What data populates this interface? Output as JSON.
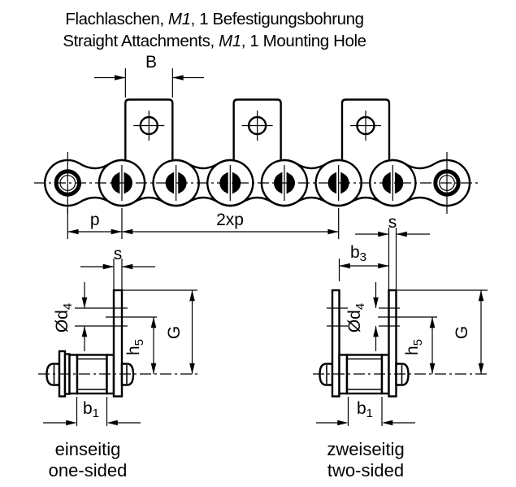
{
  "title": {
    "line1": {
      "pre": "Flachlaschen, ",
      "emph": "M1",
      "post": ", 1 Befestigungsbohrung"
    },
    "line2": {
      "pre": "Straight Attachments, ",
      "emph": "M1",
      "post": ", 1 Mounting Hole"
    }
  },
  "dimensions": {
    "B": "B",
    "p": "p",
    "two_x_p": "2xp",
    "s": "s",
    "G": "G",
    "b1": {
      "base": "b",
      "sub": "1"
    },
    "b3": {
      "base": "b",
      "sub": "3"
    },
    "d4": {
      "base": "Ød",
      "sub": "4"
    },
    "h5": {
      "base": "h",
      "sub": "5"
    }
  },
  "captions": {
    "one_sided_de": "einseitig",
    "one_sided_en": "one-sided",
    "two_sided_de": "zweiseitig",
    "two_sided_en": "two-sided"
  },
  "colors": {
    "ink": "#000000",
    "background": "#ffffff"
  }
}
